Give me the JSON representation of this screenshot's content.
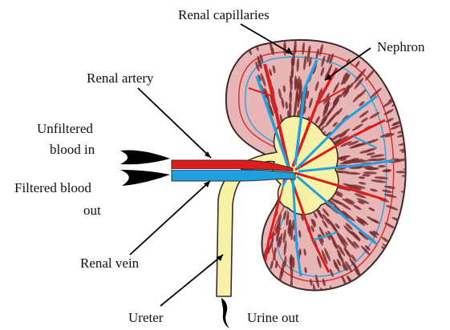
{
  "labels": {
    "renal_capillaries": "Renal capillaries",
    "nephron": "Nephron",
    "renal_artery": "Renal artery",
    "unfiltered_line1": "Unfiltered",
    "unfiltered_line2": "blood in",
    "filtered_line1": "Filtered blood",
    "filtered_line2": "out",
    "renal_vein": "Renal vein",
    "ureter": "Ureter",
    "urine_out": "Urine out"
  },
  "colors": {
    "cortex": "#e8b6b6",
    "cortex_outline": "#3a2a2a",
    "nephron": "#7a2e2e",
    "artery": "#e01b1b",
    "vein": "#1fa0e0",
    "pelvis": "#f7f3a6",
    "capillary_red": "#d83030",
    "capillary_blue": "#3aa0d8"
  },
  "icons": {
    "flow_in": "arrowhead-right-icon",
    "flow_out": "arrowhead-left-icon",
    "urine_flow": "arrowhead-down-icon"
  }
}
